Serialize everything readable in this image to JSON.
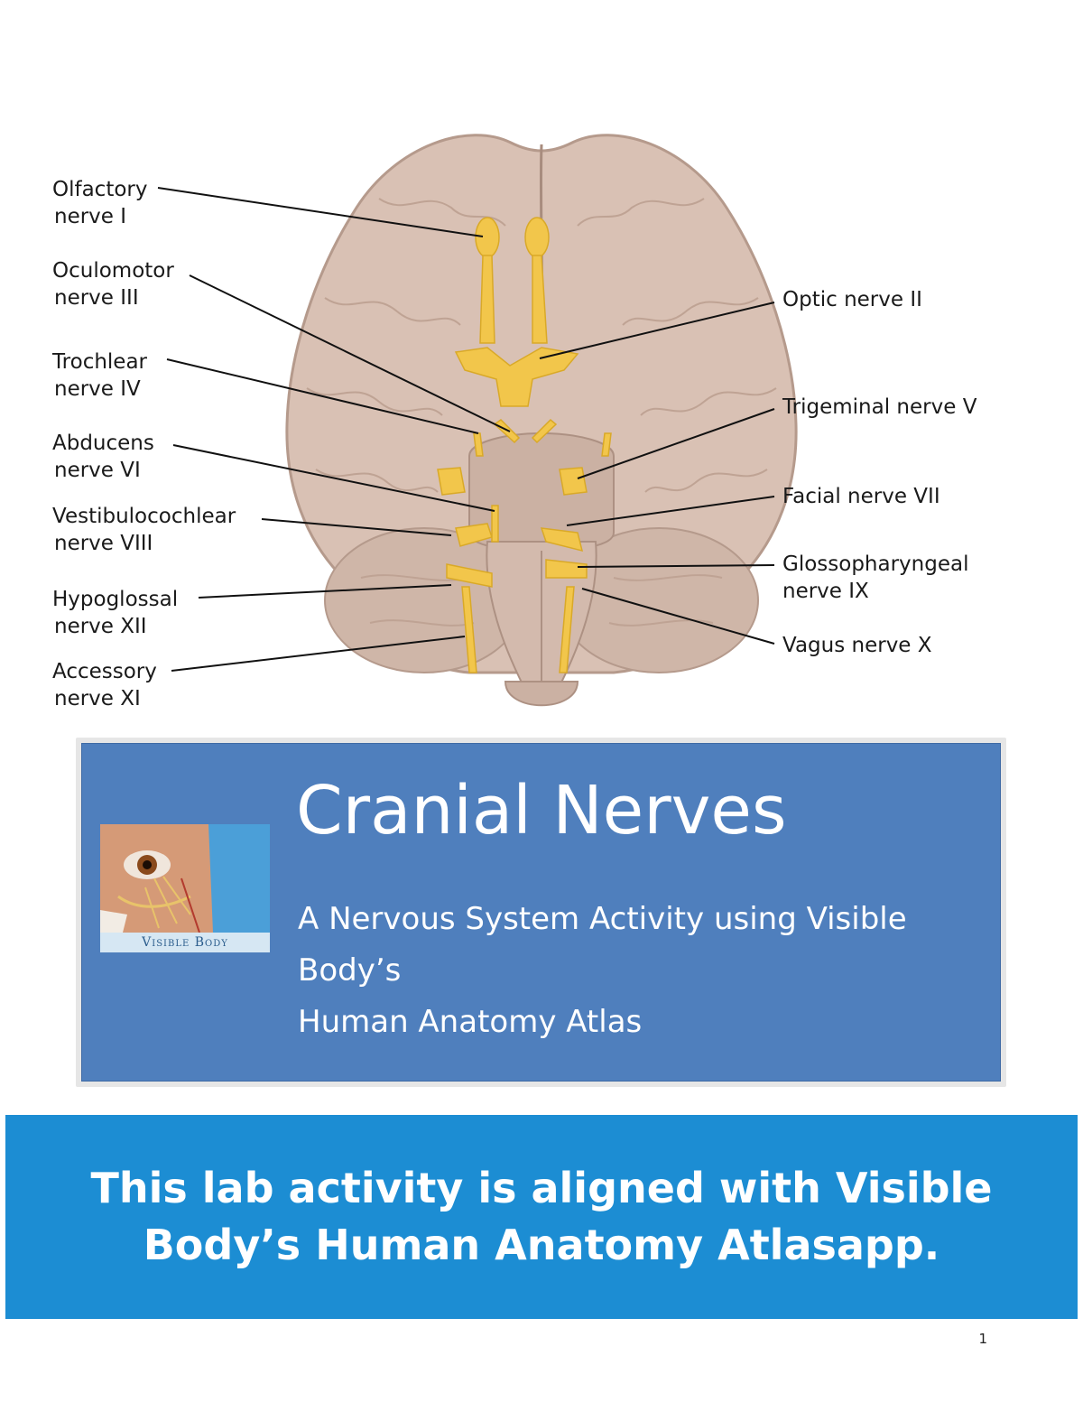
{
  "figure": {
    "labels_left": [
      {
        "line1": "Olfactory",
        "line2": "nerve I"
      },
      {
        "line1": "Oculomotor",
        "line2": "nerve III"
      },
      {
        "line1": "Trochlear",
        "line2": "nerve IV"
      },
      {
        "line1": "Abducens",
        "line2": "nerve VI"
      },
      {
        "line1": "Vestibulocochlear",
        "line2": "nerve VIII"
      },
      {
        "line1": "Hypoglossal",
        "line2": "nerve XII"
      },
      {
        "line1": "Accessory",
        "line2": "nerve XI"
      }
    ],
    "labels_right": [
      {
        "line1": "Optic nerve II",
        "line2": ""
      },
      {
        "line1": "Trigeminal nerve V",
        "line2": ""
      },
      {
        "line1": "Facial nerve VII",
        "line2": ""
      },
      {
        "line1": "Glossopharyngeal",
        "line2": "nerve IX"
      },
      {
        "line1": "Vagus nerve X",
        "line2": ""
      }
    ],
    "colors": {
      "brain": "#d7bfb2",
      "brain_outline": "#b89d8f",
      "nerve": "#f2c64b",
      "leader": "#111111"
    }
  },
  "title_box": {
    "title": "Cranial Nerves",
    "subtitle_lines": [
      "A Nervous System Activity using Visible",
      "Body’s",
      "Human Anatomy Atlas"
    ],
    "logo_text": "Visible Body",
    "colors": {
      "background": "#4f7fbd"
    }
  },
  "banner": {
    "lines": [
      "This lab activity is aligned with Visible",
      "Body’s Human Anatomy Atlasapp."
    ],
    "colors": {
      "background": "#1c8dd3"
    }
  },
  "page_number": "1"
}
